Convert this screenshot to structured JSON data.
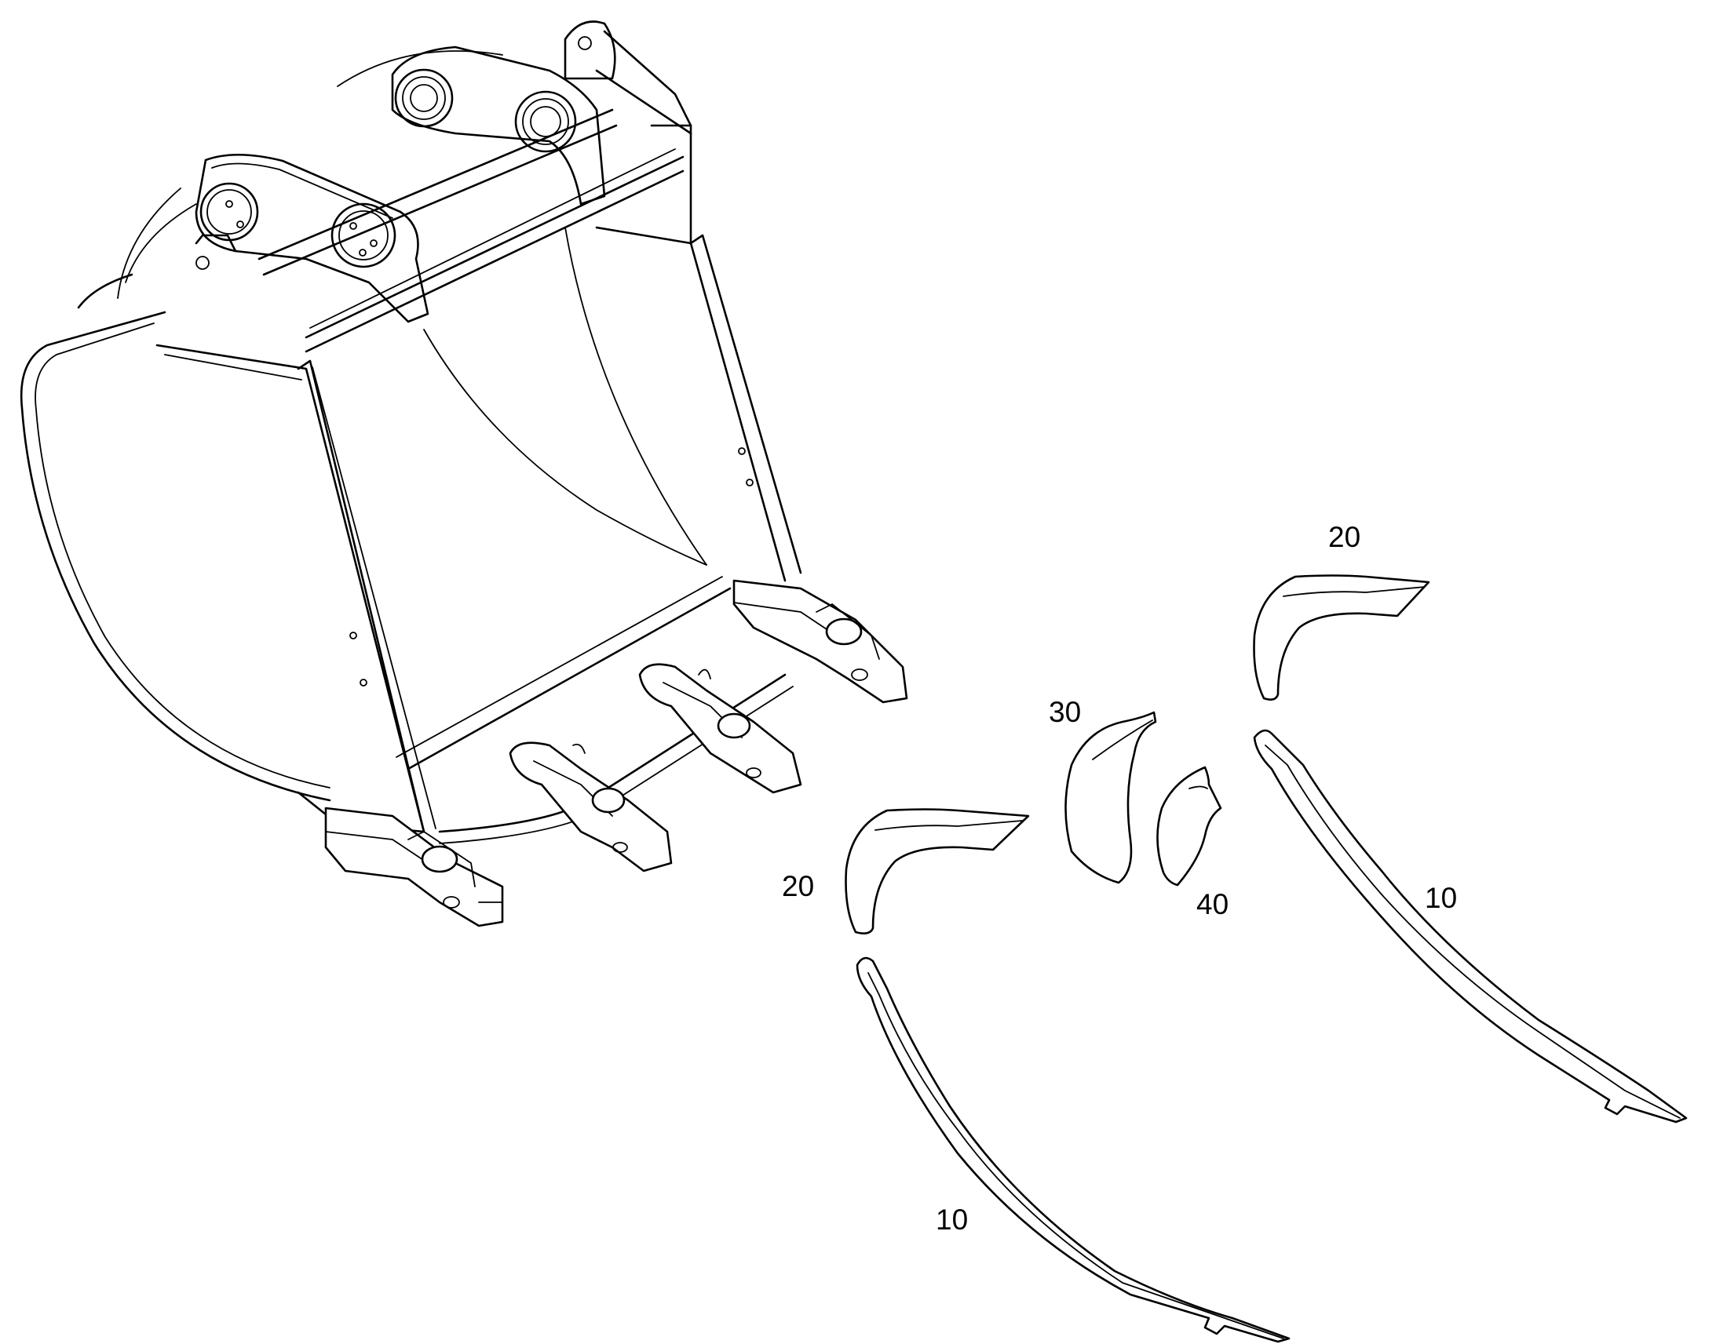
{
  "callouts": [
    {
      "id": "c1",
      "text": "20"
    },
    {
      "id": "c2",
      "text": "30"
    },
    {
      "id": "c3",
      "text": "20"
    },
    {
      "id": "c4",
      "text": "40"
    },
    {
      "id": "c5",
      "text": "10"
    },
    {
      "id": "c6",
      "text": "10"
    }
  ]
}
